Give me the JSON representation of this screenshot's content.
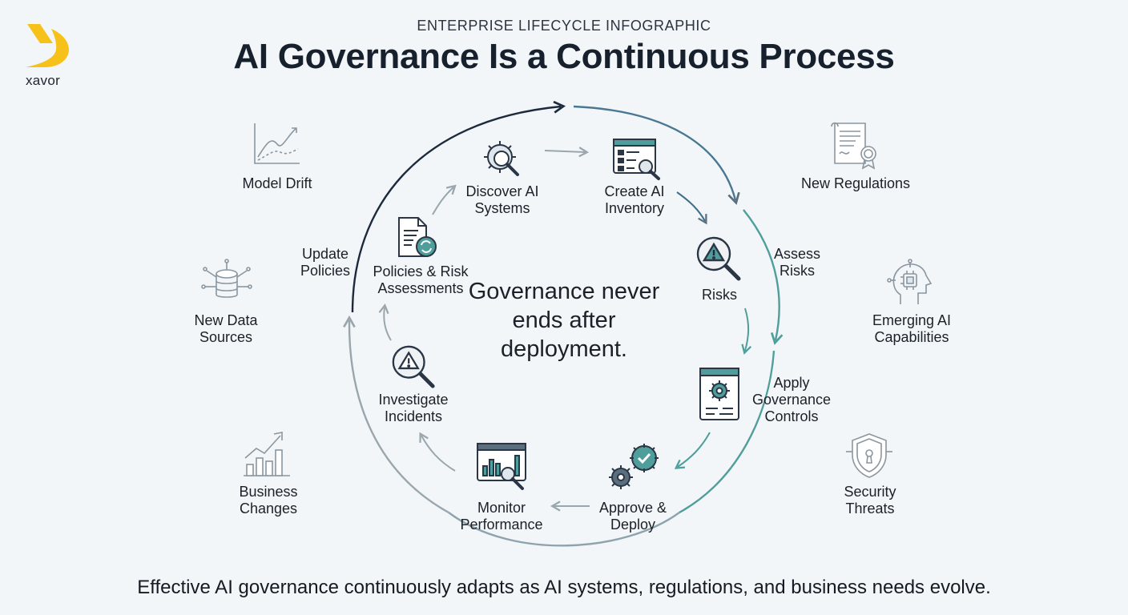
{
  "header": {
    "logo_text": "xavor",
    "kicker": "ENTERPRISE LIFECYCLE INFOGRAPHIC",
    "title": "AI Governance Is a Continuous Process"
  },
  "cycle": {
    "center_message": "Governance never ends after deployment.",
    "steps": [
      {
        "label": "Discover AI Systems",
        "icon": "gear-magnifier-icon"
      },
      {
        "label": "Create AI Inventory",
        "icon": "inventory-list-icon"
      },
      {
        "label": "Risks",
        "icon": "warning-magnifier-icon"
      },
      {
        "label": "Apply Governance Controls",
        "icon": "control-panel-gear-icon"
      },
      {
        "label": "Approve & Deploy",
        "icon": "gears-check-icon"
      },
      {
        "label": "Monitor Performance",
        "icon": "dashboard-chart-icon"
      },
      {
        "label": "Investigate Incidents",
        "icon": "warning-magnifier-icon"
      },
      {
        "label": "Policies & Risk Assessments",
        "icon": "document-refresh-icon"
      }
    ],
    "outer_labels": {
      "update_policies": "Update Policies",
      "assess_risks": "Assess Risks"
    }
  },
  "drivers": [
    {
      "label": "Model Drift",
      "icon": "line-chart-icon"
    },
    {
      "label": "New Regulations",
      "icon": "certificate-scroll-icon"
    },
    {
      "label": "New Data Sources",
      "icon": "database-network-icon"
    },
    {
      "label": "Emerging AI Capabilities",
      "icon": "ai-head-circuit-icon"
    },
    {
      "label": "Business Changes",
      "icon": "growth-bar-chart-icon"
    },
    {
      "label": "Security Threats",
      "icon": "shield-lock-icon"
    }
  ],
  "footer": "Effective AI governance continuously adapts as AI systems, regulations, and business needs evolve.",
  "colors": {
    "navy": "#1d2a3d",
    "teal": "#4f9e9b",
    "slate": "#5b6e7e",
    "logo_yellow": "#f6c21a"
  }
}
